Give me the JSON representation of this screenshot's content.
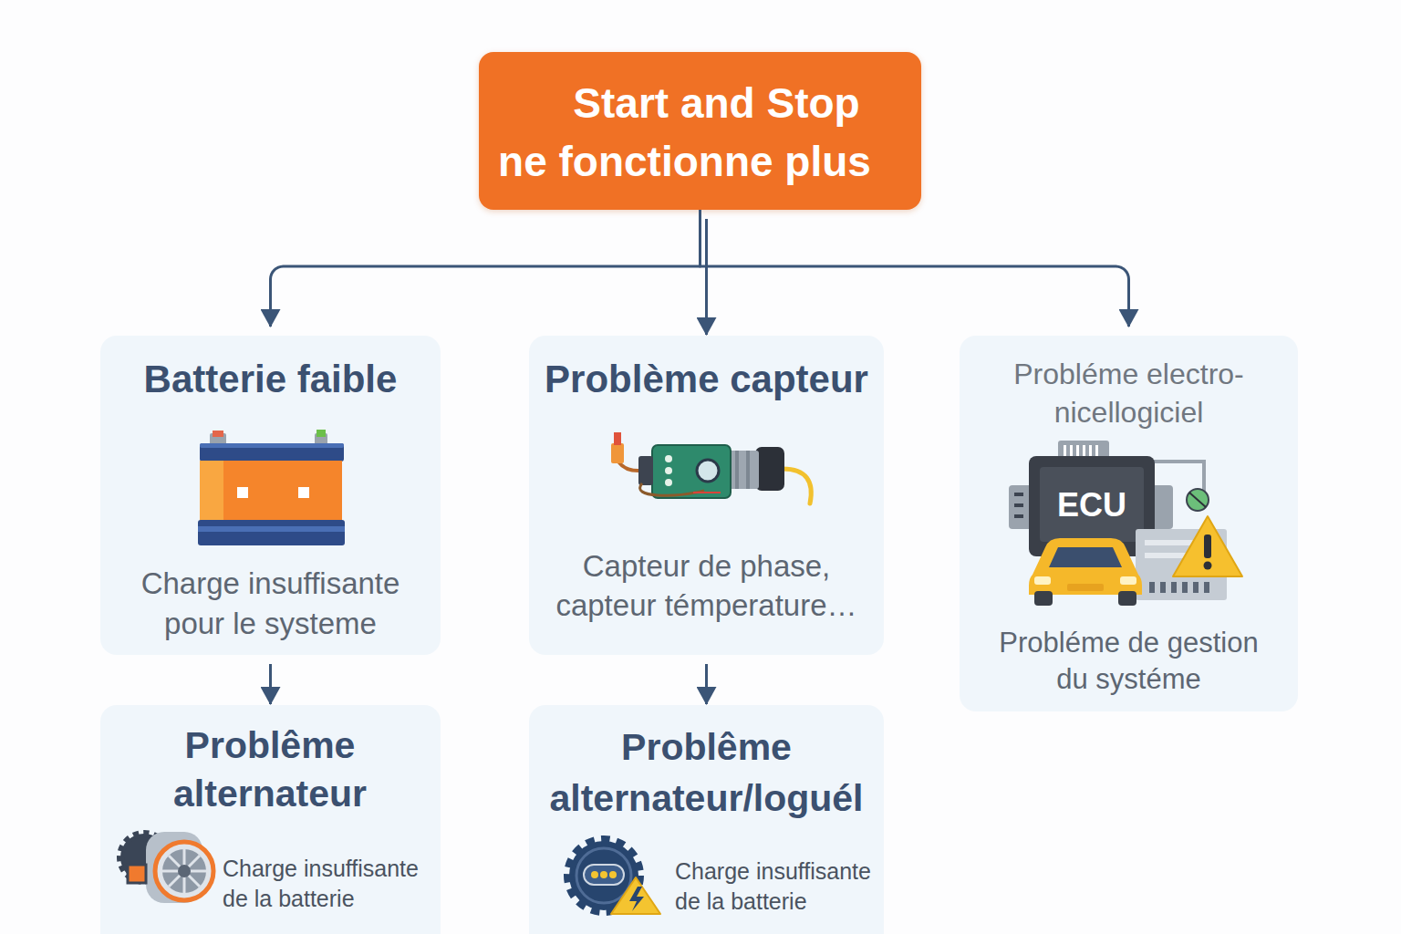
{
  "diagram": {
    "nodes": [
      {
        "text": [
          "Start and Stop ne fonctionne plus"
        ]
      },
      {
        "text": [
          "Batterie faible",
          "Charge insuffisante pour le systeme"
        ]
      },
      {
        "text": [
          "Problème capteur",
          "Capteur de phase, capteur témperature…"
        ]
      },
      {
        "text": [
          "Probléme electro- nicellogiciel",
          "Probléme de gestion du systéme"
        ]
      },
      {
        "text": [
          "Problême alternateur",
          "Charge insuffisante de la batterie"
        ]
      },
      {
        "text": [
          "Problême alternateur/loguél",
          "Charge insuffisante de la batterie"
        ]
      }
    ],
    "edges": [
      {
        "from": 0,
        "to": 1,
        "arrow": "to"
      },
      {
        "from": 0,
        "to": 2,
        "arrow": "to"
      },
      {
        "from": 0,
        "to": 3,
        "arrow": "to"
      },
      {
        "from": 1,
        "to": 4,
        "arrow": "to"
      },
      {
        "from": 2,
        "to": 5,
        "arrow": "to"
      }
    ],
    "labels": [
      "ECU"
    ]
  }
}
